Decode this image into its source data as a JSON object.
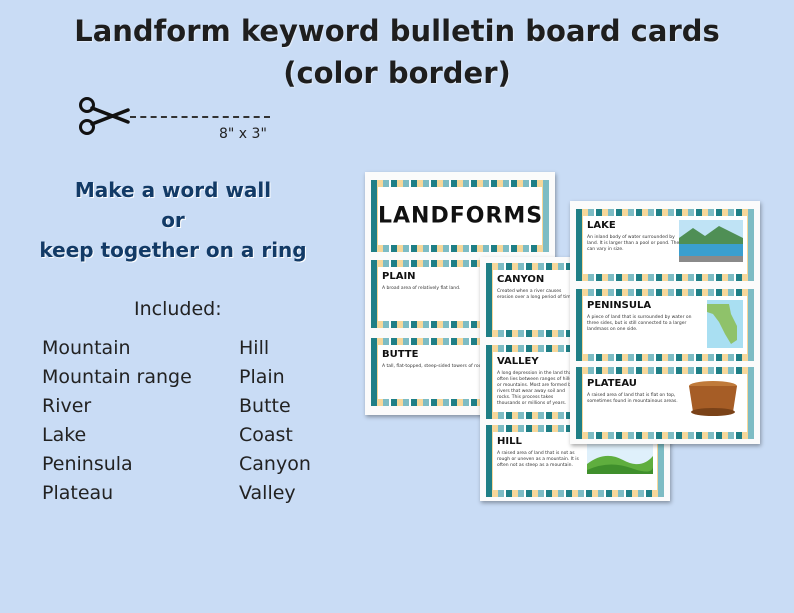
{
  "title_line1": "Landform keyword bulletin board cards",
  "title_line2": "(color border)",
  "size_label": "8\" x 3\"",
  "word_wall": {
    "line1": "Make a word wall",
    "line2": "or",
    "line3": "keep together on a ring"
  },
  "included_label": "Included:",
  "included_left": [
    "Mountain",
    "Mountain range",
    "River",
    "Lake",
    "Peninsula",
    "Plateau"
  ],
  "included_right": [
    "Hill",
    "Plain",
    "Butte",
    "Coast",
    "Canyon",
    "Valley"
  ],
  "cards": {
    "header": "LANDFORMS",
    "plain": {
      "word": "PLAIN",
      "def": "A broad area of relatively flat land."
    },
    "butte": {
      "word": "BUTTE",
      "def": "A tall, flat-topped, steep-sided towers of rock."
    },
    "canyon": {
      "word": "CANYON",
      "def": "Created when a river causes erosion over a long period of time."
    },
    "valley": {
      "word": "VALLEY",
      "def": "A long depression in the land that often lies between ranges of hills or mountains. Most are formed by rivers that wear away soil and rocks. This process takes thousands or millions of years."
    },
    "hill": {
      "word": "HILL",
      "def": "A raised area of land that is not as rough or uneven as a mountain. It is often not as steep as a mountain."
    },
    "lake": {
      "word": "LAKE",
      "def": "An inland body of water surrounded by land. It is larger than a pool or pond. They can vary in size."
    },
    "peninsula": {
      "word": "PENINSULA",
      "def": "A piece of land that is surrounded by water on three sides, but is still connected to a larger landmass on one side."
    },
    "plateau": {
      "word": "PLATEAU",
      "def": "A raised area of land that is flat on top, sometimes found in mountainous areas."
    }
  },
  "colors": {
    "background": "#c9dcf5",
    "border_teal": "#1f7f86",
    "border_peach": "#f6d79a",
    "border_light": "#7dbcc4",
    "subtitle_blue": "#123a66"
  },
  "icons": {
    "scissors": "scissors-icon"
  }
}
